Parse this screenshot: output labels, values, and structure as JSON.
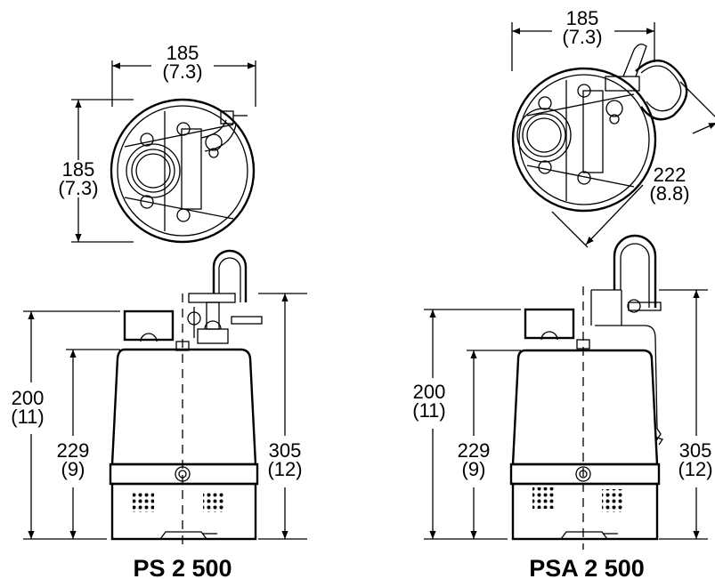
{
  "models": [
    {
      "name": "PS 2 500",
      "top_width": "185",
      "top_width_in": "(7.3)",
      "top_depth": "185",
      "top_depth_in": "(7.3)",
      "height_a": "200",
      "height_a_in": "(11)",
      "height_b": "229",
      "height_b_in": "(9)",
      "height_total": "305",
      "height_total_in": "(12)"
    },
    {
      "name": "PSA 2 500",
      "top_width": "185",
      "top_width_in": "(7.3)",
      "diagonal": "222",
      "diagonal_in": "(8.8)",
      "height_a": "200",
      "height_a_in": "(11)",
      "height_b": "229",
      "height_b_in": "(9)",
      "height_total": "305",
      "height_total_in": "(12)"
    }
  ]
}
